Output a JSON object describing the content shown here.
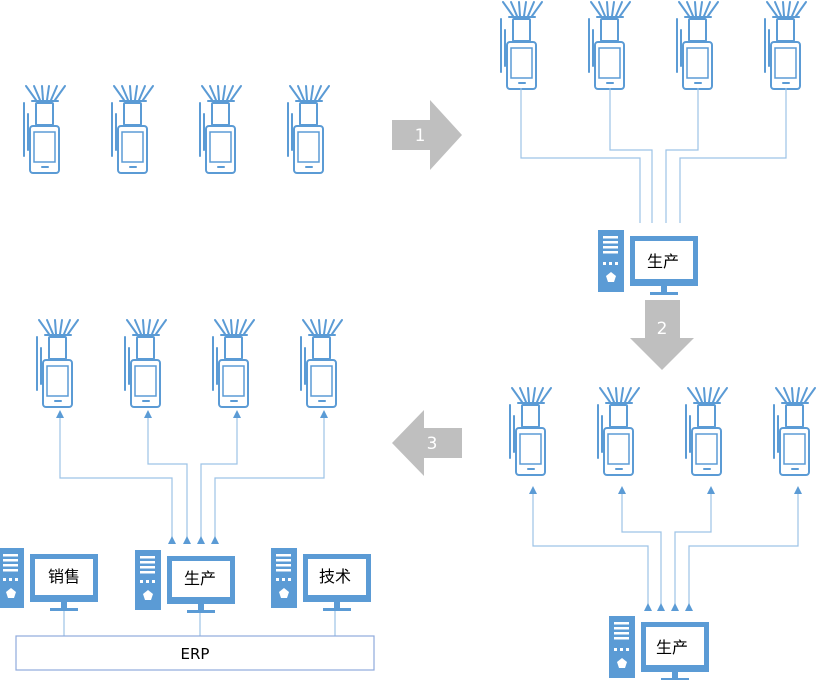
{
  "steps": [
    "1",
    "2",
    "3"
  ],
  "stages": {
    "stage2_computer": "生产",
    "stage3_computer": "生产",
    "stage4_computers": [
      "销售",
      "生产",
      "技术"
    ],
    "erp": "ERP"
  },
  "colors": {
    "device": "#5b9bd5",
    "line": "#9dc3e6",
    "arrow": "#bfbfbf",
    "erp_border": "#8faadc"
  },
  "icons": [
    "sprinkler-device-icon",
    "computer-icon"
  ]
}
